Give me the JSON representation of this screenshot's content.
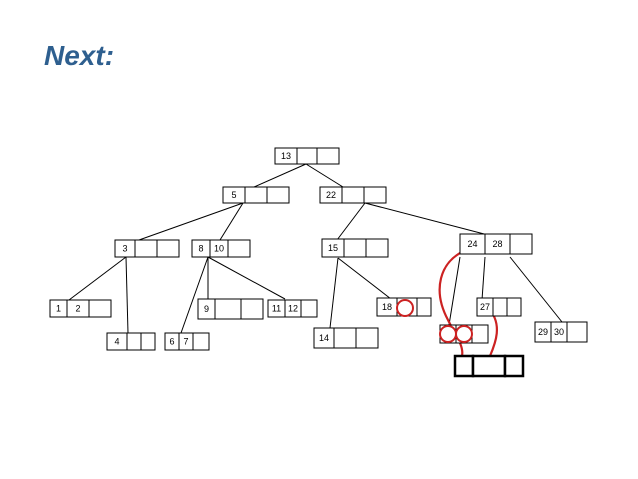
{
  "slide": {
    "title": "Next:"
  },
  "colors": {
    "title": "#2e5f8f",
    "line": "#000000",
    "highlight": "#cc2222"
  },
  "tree": {
    "nodes": [
      {
        "id": "n13",
        "keys": [
          "13",
          "",
          ""
        ]
      },
      {
        "id": "n5",
        "keys": [
          "5",
          "",
          ""
        ]
      },
      {
        "id": "n22",
        "keys": [
          "22",
          "",
          ""
        ]
      },
      {
        "id": "n3",
        "keys": [
          "3",
          "",
          ""
        ]
      },
      {
        "id": "n8-10",
        "keys": [
          "8",
          "10",
          ""
        ]
      },
      {
        "id": "n15",
        "keys": [
          "15",
          "",
          ""
        ]
      },
      {
        "id": "n24-28",
        "keys": [
          "24",
          "28",
          ""
        ]
      },
      {
        "id": "n1-2",
        "keys": [
          "1",
          "2",
          ""
        ]
      },
      {
        "id": "n4",
        "keys": [
          "4",
          "",
          ""
        ]
      },
      {
        "id": "n6-7",
        "keys": [
          "6",
          "7",
          ""
        ]
      },
      {
        "id": "n9",
        "keys": [
          "9",
          "",
          ""
        ]
      },
      {
        "id": "n11-12",
        "keys": [
          "11",
          "12",
          ""
        ]
      },
      {
        "id": "n14",
        "keys": [
          "14",
          "",
          ""
        ]
      },
      {
        "id": "n18",
        "keys": [
          "18",
          "",
          ""
        ]
      },
      {
        "id": "n-del",
        "keys": [
          "",
          "",
          ""
        ]
      },
      {
        "id": "n27",
        "keys": [
          "27",
          "",
          ""
        ]
      },
      {
        "id": "n29-30",
        "keys": [
          "29",
          "30",
          ""
        ]
      },
      {
        "id": "n-empty",
        "keys": [
          "",
          "",
          ""
        ]
      }
    ]
  }
}
